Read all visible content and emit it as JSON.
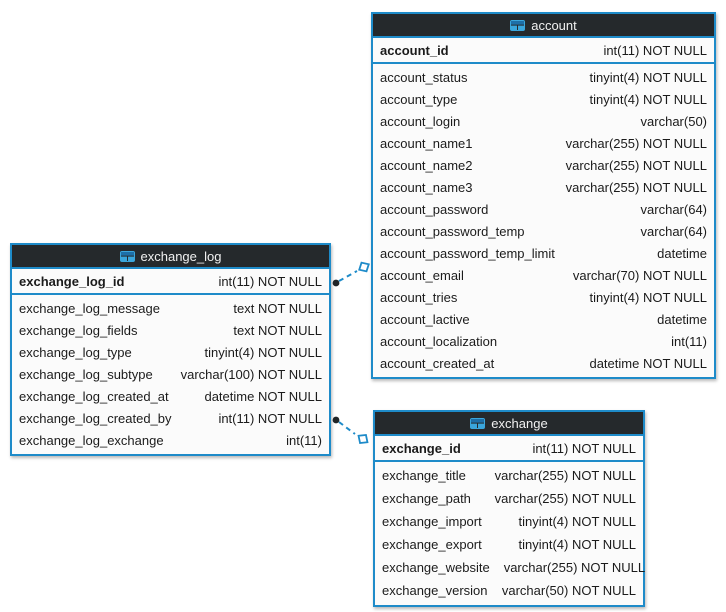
{
  "colors": {
    "border": "#1e8bc9",
    "header_bg": "#25292c",
    "header_text": "#f0f0f0",
    "row_bg": "#fbfbfb",
    "row_text": "#1b1b1b",
    "connector": "#1e8bc9",
    "connector_dot": "#202427"
  },
  "tables": [
    {
      "name": "account",
      "icon": "table-icon",
      "primary_key": {
        "name": "account_id",
        "type": "int(11) NOT NULL"
      },
      "columns": [
        {
          "name": "account_status",
          "type": "tinyint(4) NOT NULL"
        },
        {
          "name": "account_type",
          "type": "tinyint(4) NOT NULL"
        },
        {
          "name": "account_login",
          "type": "varchar(50)"
        },
        {
          "name": "account_name1",
          "type": "varchar(255) NOT NULL"
        },
        {
          "name": "account_name2",
          "type": "varchar(255) NOT NULL"
        },
        {
          "name": "account_name3",
          "type": "varchar(255) NOT NULL"
        },
        {
          "name": "account_password",
          "type": "varchar(64)"
        },
        {
          "name": "account_password_temp",
          "type": "varchar(64)"
        },
        {
          "name": "account_password_temp_limit",
          "type": "datetime"
        },
        {
          "name": "account_email",
          "type": "varchar(70) NOT NULL"
        },
        {
          "name": "account_tries",
          "type": "tinyint(4) NOT NULL"
        },
        {
          "name": "account_lactive",
          "type": "datetime"
        },
        {
          "name": "account_localization",
          "type": "int(11)"
        },
        {
          "name": "account_created_at",
          "type": "datetime NOT NULL"
        }
      ]
    },
    {
      "name": "exchange_log",
      "icon": "table-icon",
      "primary_key": {
        "name": "exchange_log_id",
        "type": "int(11) NOT NULL"
      },
      "columns": [
        {
          "name": "exchange_log_message",
          "type": "text NOT NULL"
        },
        {
          "name": "exchange_log_fields",
          "type": "text NOT NULL"
        },
        {
          "name": "exchange_log_type",
          "type": "tinyint(4) NOT NULL"
        },
        {
          "name": "exchange_log_subtype",
          "type": "varchar(100) NOT NULL"
        },
        {
          "name": "exchange_log_created_at",
          "type": "datetime NOT NULL"
        },
        {
          "name": "exchange_log_created_by",
          "type": "int(11) NOT NULL"
        },
        {
          "name": "exchange_log_exchange",
          "type": "int(11)"
        }
      ]
    },
    {
      "name": "exchange",
      "icon": "table-icon",
      "primary_key": {
        "name": "exchange_id",
        "type": "int(11) NOT NULL"
      },
      "columns": [
        {
          "name": "exchange_title",
          "type": "varchar(255) NOT NULL"
        },
        {
          "name": "exchange_path",
          "type": "varchar(255) NOT NULL"
        },
        {
          "name": "exchange_import",
          "type": "tinyint(4) NOT NULL"
        },
        {
          "name": "exchange_export",
          "type": "tinyint(4) NOT NULL"
        },
        {
          "name": "exchange_website",
          "type": "varchar(255) NOT NULL"
        },
        {
          "name": "exchange_version",
          "type": "varchar(50) NOT NULL"
        }
      ]
    }
  ],
  "relationships": [
    {
      "from_table": "exchange_log",
      "from_column": "exchange_log_id",
      "to_table": "account",
      "style": "dashed"
    },
    {
      "from_table": "exchange_log",
      "from_column": "exchange_log_created_by",
      "to_table": "exchange",
      "style": "dashed"
    }
  ]
}
